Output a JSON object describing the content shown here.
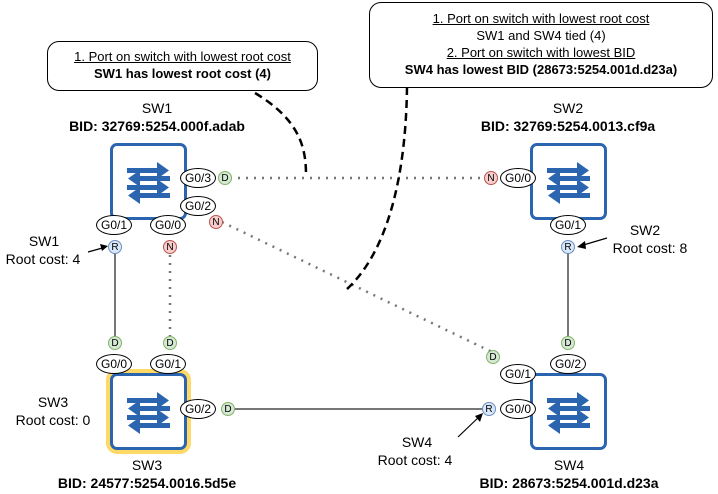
{
  "callouts": {
    "left": {
      "line1": "1. Port on switch with lowest root cost",
      "line2": "SW1 has lowest root cost (4)"
    },
    "right": {
      "line1": "1. Port on switch with lowest root cost",
      "line2": "SW1 and SW4 tied (4)",
      "line3": "2. Port on switch with lowest BID",
      "line4": "SW4 has lowest BID (28673:5254.001d.d23a)"
    }
  },
  "switches": {
    "sw1": {
      "name": "SW1",
      "bid": "BID: 32769:5254.000f.adab",
      "cost_name": "SW1",
      "cost": "Root cost: 4"
    },
    "sw2": {
      "name": "SW2",
      "bid": "BID: 32769:5254.0013.cf9a",
      "cost_name": "SW2",
      "cost": "Root cost: 8"
    },
    "sw3": {
      "name": "SW3",
      "bid": "BID: 24577:5254.0016.5d5e",
      "cost_name": "SW3",
      "cost": "Root cost: 0"
    },
    "sw4": {
      "name": "SW4",
      "bid": "BID: 28673:5254.001d.d23a",
      "cost_name": "SW4",
      "cost": "Root cost: 4"
    }
  },
  "ports": {
    "sw1_g03": "G0/3",
    "sw1_g02": "G0/2",
    "sw1_g01": "G0/1",
    "sw1_g00": "G0/0",
    "sw2_g00": "G0/0",
    "sw2_g01": "G0/1",
    "sw3_g00": "G0/0",
    "sw3_g01": "G0/1",
    "sw3_g02": "G0/2",
    "sw4_g00": "G0/0",
    "sw4_g01": "G0/1",
    "sw4_g02": "G0/2"
  },
  "roles": {
    "designated": "D",
    "non_designated": "N",
    "root": "R"
  },
  "colors": {
    "switch_border": "#2b65b0",
    "root_highlight": "#ffd966",
    "designated_fill": "#d5e8d4",
    "non_designated_fill": "#f8cecc",
    "root_port_fill": "#dae8fc"
  }
}
